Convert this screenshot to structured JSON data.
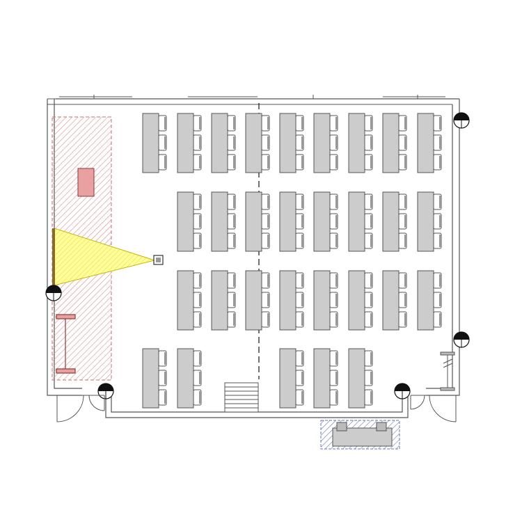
{
  "colors": {
    "wall": "#555555",
    "desk_fill": "#cccccc",
    "desk_stroke": "#555555",
    "zone_hatch": "#d98a8a",
    "zone_border": "#c77070",
    "lectern_fill": "#e8a0a0",
    "projection_fill": "#ffff99",
    "projection_stroke": "#c8b400",
    "projection_screen": "#8a6a2a",
    "service_hatch": "#6a7ab0",
    "background": "#ffffff"
  },
  "icons": {
    "column_marker": "half-filled-circle-icon",
    "projector": "projector-icon",
    "door": "door-swing-icon",
    "stairs": "stair-steps-icon"
  },
  "seating": {
    "rows": 4,
    "columns": 9,
    "seats_per_desk": 3,
    "row_layout": [
      [
        1,
        1,
        1,
        1,
        1,
        1,
        1,
        1,
        1
      ],
      [
        0,
        1,
        1,
        1,
        1,
        1,
        1,
        1,
        1
      ],
      [
        0,
        1,
        1,
        1,
        1,
        1,
        1,
        1,
        1
      ],
      [
        1,
        1,
        0,
        0,
        1,
        1,
        1,
        0,
        0
      ]
    ]
  }
}
